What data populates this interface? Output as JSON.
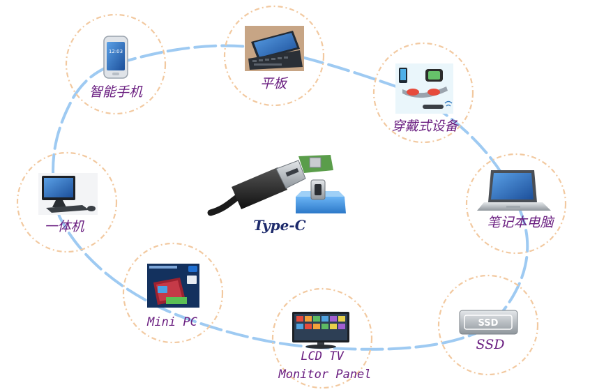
{
  "center": {
    "label": "Type-C",
    "icon": "usb-type-c-connector-icon"
  },
  "devices": [
    {
      "key": "smartphone",
      "label": "智能手机",
      "icon": "smartphone-icon"
    },
    {
      "key": "tablet",
      "label": "平板",
      "icon": "tablet-icon"
    },
    {
      "key": "wearable",
      "label": "穿戴式设备",
      "icon": "wearable-devices-icon"
    },
    {
      "key": "laptop",
      "label": "笔记本电脑",
      "icon": "laptop-icon"
    },
    {
      "key": "ssd",
      "label": "SSD",
      "icon": "ssd-icon",
      "chip_text": "SSD"
    },
    {
      "key": "lcd-tv",
      "label": "LCD TV",
      "label2": "Monitor Panel",
      "icon": "tv-monitor-icon"
    },
    {
      "key": "mini-pc",
      "label": "Mini PC",
      "icon": "mini-pc-icon"
    },
    {
      "key": "all-in-one",
      "label": "一体机",
      "icon": "all-in-one-pc-icon"
    }
  ],
  "colors": {
    "label": "#6a1e80",
    "center_label": "#1d2a6b",
    "ring": "#f2c9a0",
    "connector_path": "#9ecaf2"
  }
}
